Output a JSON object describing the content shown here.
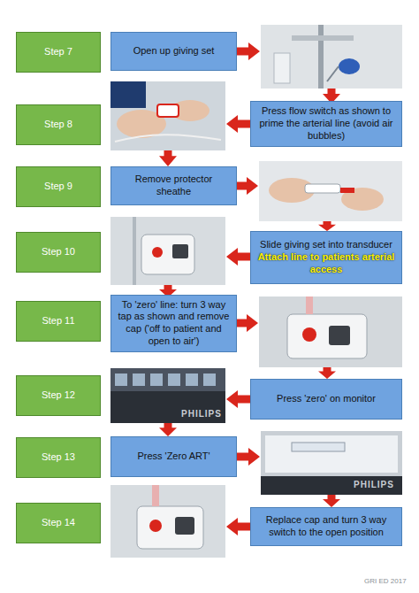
{
  "diagram": {
    "nodes": [
      {
        "text": [
          "Step 7"
        ]
      },
      {
        "text": [
          "Open up giving set"
        ]
      },
      {
        "text": [
          "Step 8"
        ]
      },
      {
        "text": [
          "Press flow switch as shown to prime the arterial line (avoid air bubbles)"
        ]
      },
      {
        "text": [
          "Step 9"
        ]
      },
      {
        "text": [
          "Remove protector sheathe"
        ]
      },
      {
        "text": [
          "Step 10"
        ]
      },
      {
        "text": [
          "Slide giving set into transducer",
          "Attach line to patients arterial access"
        ]
      },
      {
        "text": [
          "Step 11"
        ]
      },
      {
        "text": [
          "To 'zero' line: turn 3 way tap as shown and remove cap ('off to patient and open to air')"
        ]
      },
      {
        "text": [
          "Step 12"
        ]
      },
      {
        "text": [
          "Press 'zero' on monitor"
        ]
      },
      {
        "text": [
          "Step 13"
        ]
      },
      {
        "text": [
          "Press 'Zero ART'"
        ]
      },
      {
        "text": [
          "Step 14"
        ]
      },
      {
        "text": [
          "Replace cap and turn 3 way switch to the open position"
        ]
      }
    ],
    "labels": [
      "PHILIPS",
      "PHILIPS",
      "GRI ED 2017"
    ]
  }
}
